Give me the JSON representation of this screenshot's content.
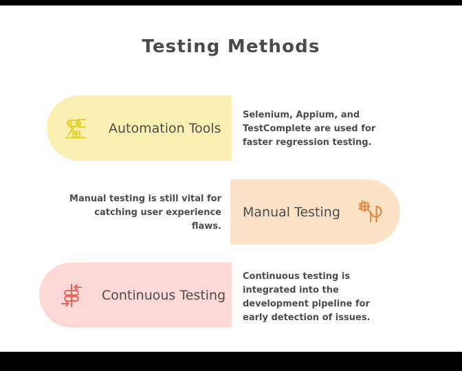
{
  "page": {
    "title": "Testing Methods",
    "background": "#ffffff",
    "title_color": "#4b4b4b"
  },
  "cards": [
    {
      "id": "automation",
      "label": "Automation Tools",
      "description": "Selenium, Appium, and TestComplete are used for faster regression testing.",
      "icon": "robot-arm-icon",
      "card_color": "#fbf0b2",
      "icon_color": "#e3cf2e",
      "cap_side": "left",
      "desc_side": "right"
    },
    {
      "id": "manual",
      "label": "Manual Testing",
      "description": "Manual testing is still vital for catching user experience flaws.",
      "icon": "hand-magnifier-icon",
      "card_color": "#fce2c6",
      "icon_color": "#e0873a",
      "cap_side": "right",
      "desc_side": "left"
    },
    {
      "id": "continuous",
      "label": "Continuous Testing",
      "description": "Continuous testing is integrated into the development pipeline for early detection of issues.",
      "icon": "pipeline-merge-icon",
      "card_color": "#fcd8d6",
      "icon_color": "#e8625a",
      "cap_side": "left",
      "desc_side": "right"
    }
  ]
}
